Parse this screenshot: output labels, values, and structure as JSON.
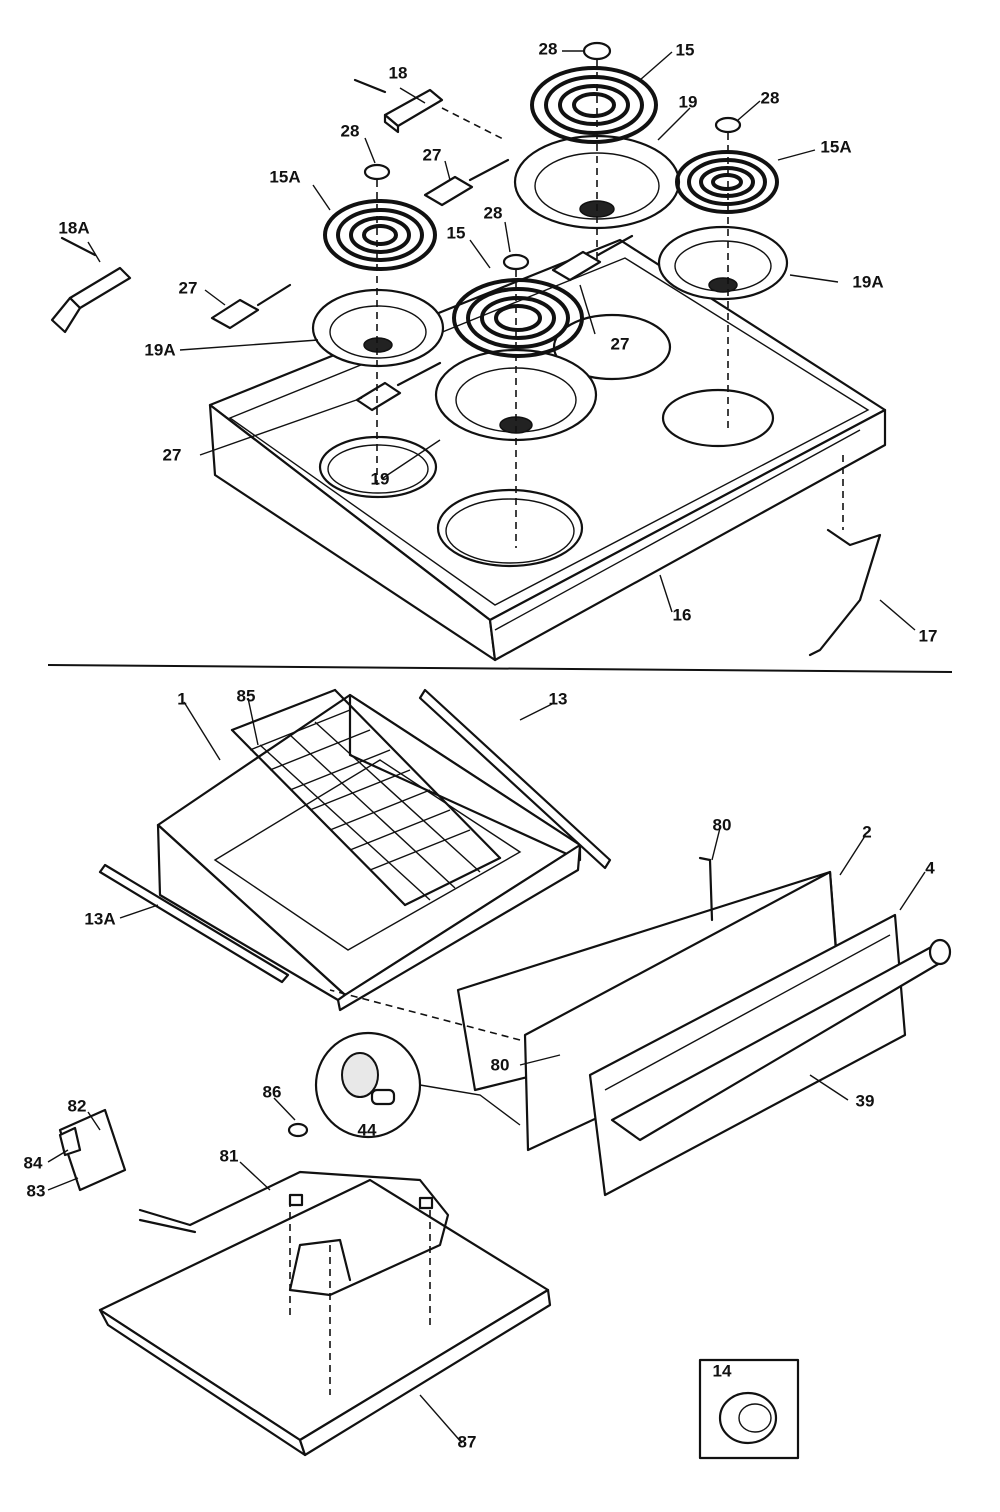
{
  "labels": {
    "l28a": "28",
    "l15a": "15",
    "l18a": "18",
    "l19a": "19",
    "l28b": "28",
    "l15b": "15A",
    "l28c": "28",
    "l27a": "27",
    "l15c": "15A",
    "l18b": "18A",
    "l28d": "28",
    "l15d": "15",
    "l19b": "19A",
    "l27b": "27",
    "l27c": "27",
    "l19c": "19A",
    "l27d": "27",
    "l19d": "19",
    "l16": "16",
    "l17": "17",
    "l85": "85",
    "l13": "13",
    "l1": "1",
    "l80a": "80",
    "l2": "2",
    "l4": "4",
    "l13a": "13A",
    "l80b": "80",
    "l44": "44",
    "l39": "39",
    "l82": "82",
    "l86": "86",
    "l84": "84",
    "l81": "81",
    "l83": "83",
    "l87": "87",
    "l14": "14"
  }
}
